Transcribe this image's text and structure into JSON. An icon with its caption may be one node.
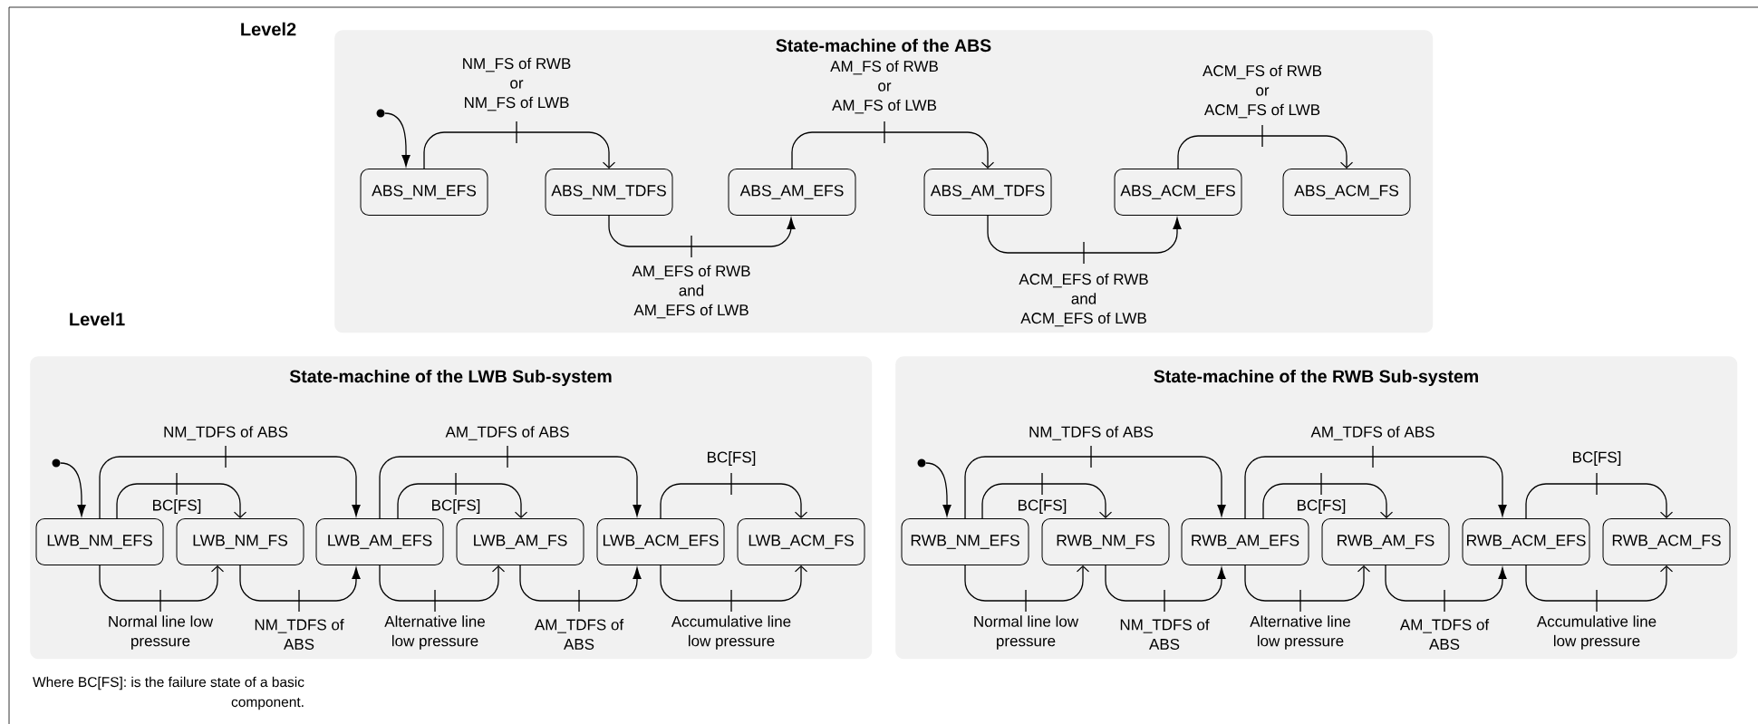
{
  "diagram": {
    "nodes": [
      {
        "text": [
          "State-machine of the ABS"
        ]
      },
      {
        "text": [
          "ABS_NM_EFS"
        ],
        "in": 0
      },
      {
        "text": [
          "ABS_NM_TDFS"
        ],
        "in": 0
      },
      {
        "text": [
          "ABS_AM_EFS"
        ],
        "in": 0
      },
      {
        "text": [
          "ABS_AM_TDFS"
        ],
        "in": 0
      },
      {
        "text": [
          "ABS_ACM_EFS"
        ],
        "in": 0
      },
      {
        "text": [
          "ABS_ACM_FS"
        ],
        "in": 0
      },
      {
        "text": [],
        "shape": "circle",
        "in": 0
      },
      {
        "text": [
          "State-machine of the LWB Sub-system"
        ]
      },
      {
        "text": [
          "LWB_NM_EFS"
        ],
        "in": 8
      },
      {
        "text": [
          "LWB_NM_FS"
        ],
        "in": 8
      },
      {
        "text": [
          "LWB_AM_EFS"
        ],
        "in": 8
      },
      {
        "text": [
          "LWB_AM_FS"
        ],
        "in": 8
      },
      {
        "text": [
          "LWB_ACM_EFS"
        ],
        "in": 8
      },
      {
        "text": [
          "LWB_ACM_FS"
        ],
        "in": 8
      },
      {
        "text": [],
        "shape": "circle",
        "in": 8
      },
      {
        "text": [
          "State-machine of the RWB Sub-system"
        ]
      },
      {
        "text": [
          "RWB_NM_EFS"
        ],
        "in": 16
      },
      {
        "text": [
          "RWB_NM_FS"
        ],
        "in": 16
      },
      {
        "text": [
          "RWB_AM_EFS"
        ],
        "in": 16
      },
      {
        "text": [
          "RWB_AM_FS"
        ],
        "in": 16
      },
      {
        "text": [
          "RWB_ACM_EFS"
        ],
        "in": 16
      },
      {
        "text": [
          "RWB_ACM_FS"
        ],
        "in": 16
      },
      {
        "text": [],
        "shape": "circle",
        "in": 16
      }
    ],
    "edges": [
      {
        "from": 7,
        "to": 1,
        "arrow": "to"
      },
      {
        "from": 1,
        "to": 2,
        "arrow": "to",
        "label": "NM_FS of RWB or NM_FS of LWB"
      },
      {
        "from": 2,
        "to": 3,
        "arrow": "to",
        "label": "AM_EFS of RWB and AM_EFS of LWB"
      },
      {
        "from": 3,
        "to": 4,
        "arrow": "to",
        "label": "AM_FS of RWB or AM_FS of LWB"
      },
      {
        "from": 4,
        "to": 5,
        "arrow": "to",
        "label": "ACM_EFS of RWB and ACM_EFS of LWB"
      },
      {
        "from": 5,
        "to": 6,
        "arrow": "to",
        "label": "ACM_FS of RWB or ACM_FS of LWB"
      },
      {
        "from": 15,
        "to": 9,
        "arrow": "to"
      },
      {
        "from": 9,
        "to": 11,
        "arrow": "to",
        "label": "NM_TDFS of ABS"
      },
      {
        "from": 9,
        "to": 10,
        "arrow": "to",
        "label": "BC[FS]"
      },
      {
        "from": 9,
        "to": 10,
        "arrow": "to",
        "label": "Normal line low pressure"
      },
      {
        "from": 10,
        "to": 11,
        "arrow": "to",
        "label": "NM_TDFS of ABS"
      },
      {
        "from": 11,
        "to": 13,
        "arrow": "to",
        "label": "AM_TDFS of ABS"
      },
      {
        "from": 11,
        "to": 12,
        "arrow": "to",
        "label": "BC[FS]"
      },
      {
        "from": 11,
        "to": 12,
        "arrow": "to",
        "label": "Alternative line low pressure"
      },
      {
        "from": 12,
        "to": 13,
        "arrow": "to",
        "label": "AM_TDFS of ABS"
      },
      {
        "from": 13,
        "to": 14,
        "arrow": "to",
        "label": "BC[FS]"
      },
      {
        "from": 13,
        "to": 14,
        "arrow": "to",
        "label": "Accumulative line low pressure"
      },
      {
        "from": 23,
        "to": 17,
        "arrow": "to"
      },
      {
        "from": 17,
        "to": 19,
        "arrow": "to",
        "label": "NM_TDFS of ABS"
      },
      {
        "from": 17,
        "to": 18,
        "arrow": "to",
        "label": "BC[FS]"
      },
      {
        "from": 17,
        "to": 18,
        "arrow": "to",
        "label": "Normal line low pressure"
      },
      {
        "from": 18,
        "to": 19,
        "arrow": "to",
        "label": "NM_TDFS of ABS"
      },
      {
        "from": 19,
        "to": 21,
        "arrow": "to",
        "label": "AM_TDFS of ABS"
      },
      {
        "from": 19,
        "to": 20,
        "arrow": "to",
        "label": "BC[FS]"
      },
      {
        "from": 19,
        "to": 20,
        "arrow": "to",
        "label": "Alternative line low pressure"
      },
      {
        "from": 20,
        "to": 21,
        "arrow": "to",
        "label": "AM_TDFS of ABS"
      },
      {
        "from": 21,
        "to": 22,
        "arrow": "to",
        "label": "BC[FS]"
      },
      {
        "from": 21,
        "to": 22,
        "arrow": "to",
        "label": "Accumulative line low pressure"
      }
    ],
    "labels": [
      "Level2",
      "Level1",
      "Where BC[FS]: is the failure state of a basic component."
    ]
  }
}
